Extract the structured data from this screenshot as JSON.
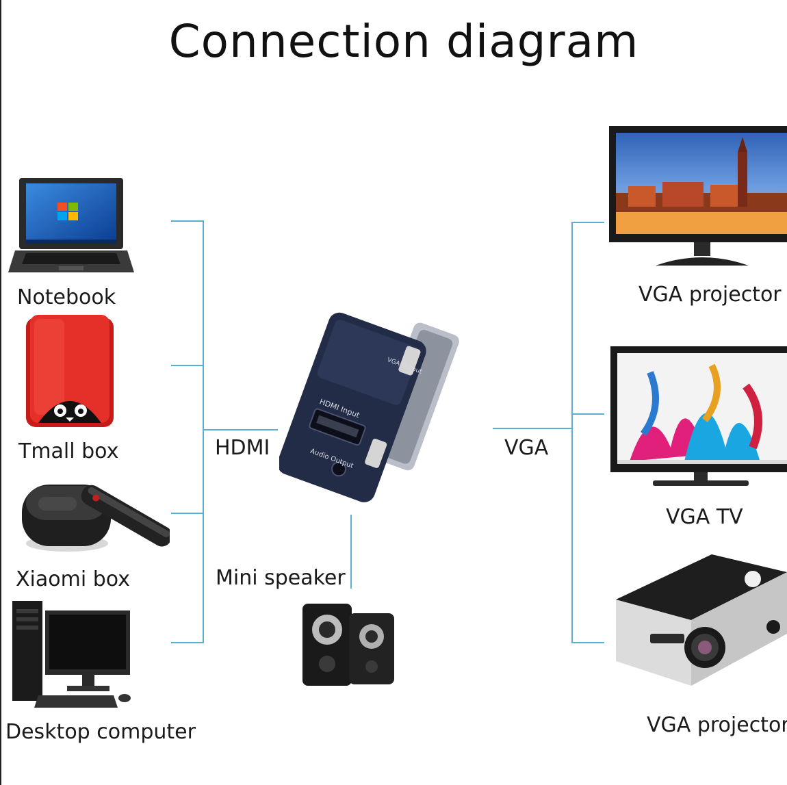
{
  "title": "Connection diagram",
  "colors": {
    "wire": "#5aaed0",
    "adapter": "#232c47",
    "tmall_red": "#e02a24"
  },
  "sources": [
    "Notebook",
    "Tmall box",
    "Xiaomi box",
    "Desktop computer"
  ],
  "connections": {
    "input": "HDMI",
    "output": "VGA",
    "audio": "Mini speaker"
  },
  "adapter": {
    "top_label": "VGA Output",
    "hdmi_label": "HDMI Input",
    "audio_label": "Audio Output"
  },
  "targets": [
    "VGA projector",
    "VGA TV",
    "VGA projector"
  ]
}
